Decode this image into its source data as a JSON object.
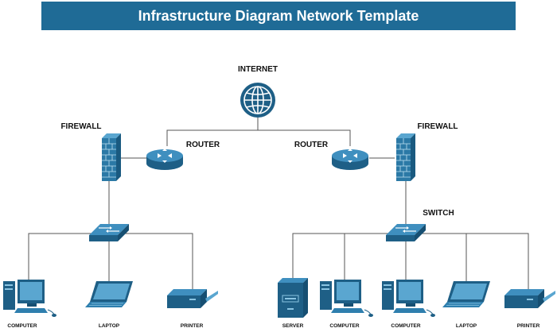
{
  "title": "Infrastructure Diagram Network Template",
  "labels": {
    "internet": "INTERNET",
    "firewall_left": "FIREWALL",
    "firewall_right": "FIREWALL",
    "router_left": "ROUTER",
    "router_right": "ROUTER",
    "switch": "SWITCH"
  },
  "devices_left": [
    "COMPUTER",
    "LAPTOP",
    "PRINTER"
  ],
  "devices_right": [
    "SERVER",
    "COMPUTER",
    "COMPUTER",
    "LAPTOP",
    "PRINTER"
  ],
  "colors": {
    "banner": "#1f6b96",
    "device_dark": "#1e5f86",
    "device_mid": "#2f7fae",
    "device_light": "#5aa6d0"
  },
  "icons": [
    "globe-icon",
    "router-icon",
    "firewall-icon",
    "switch-icon",
    "computer-icon",
    "laptop-icon",
    "printer-icon",
    "server-icon"
  ]
}
